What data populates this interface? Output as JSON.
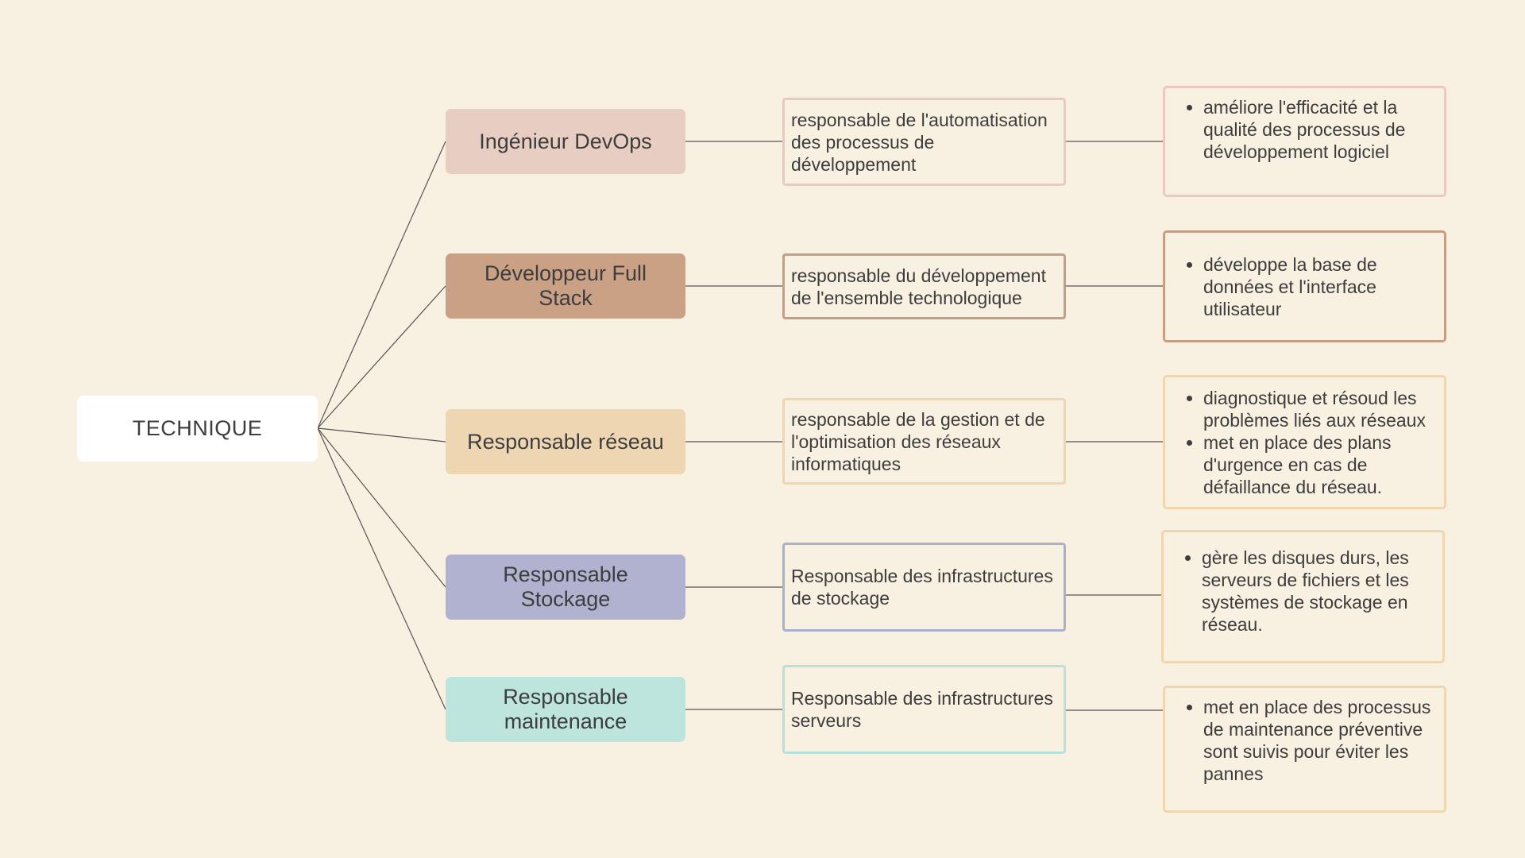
{
  "root": {
    "label": "TECHNIQUE"
  },
  "roles": [
    {
      "title": "Ingénieur DevOps",
      "color": "#e8cdc3",
      "border": "#ebc9c2",
      "description": "responsable de l'automatisation des processus de développement",
      "details": [
        "améliore l'efficacité et la qualité des processus de développement logiciel"
      ]
    },
    {
      "title": "Développeur Full Stack",
      "color": "#cba186",
      "border": "#c79d84",
      "description": " responsable du développement de l'ensemble technologique",
      "details": [
        "développe la base de données et l'interface utilisateur"
      ]
    },
    {
      "title": "Responsable réseau",
      "color": "#efd6b2",
      "border": "#efd6ae",
      "description": "responsable de la gestion et de l'optimisation des réseaux informatiques",
      "details": [
        "diagnostique et résoud les problèmes liés aux réseaux",
        "met en place des plans d'urgence en cas de défaillance du réseau."
      ]
    },
    {
      "title": "Responsable Stockage",
      "color": "#b1b2d0",
      "border": "#adafd0",
      "description": "Responsable des infrastructures de stockage",
      "details": [
        "gère les disques durs, les serveurs de fichiers et les systèmes de stockage en réseau."
      ]
    },
    {
      "title": "Responsable maintenance",
      "color": "#bde5dd",
      "border": "#b7e1db",
      "description": "Responsable des infrastructures serveurs",
      "details": [
        "met en place des processus de maintenance préventive sont suivis pour éviter les pannes"
      ]
    }
  ]
}
